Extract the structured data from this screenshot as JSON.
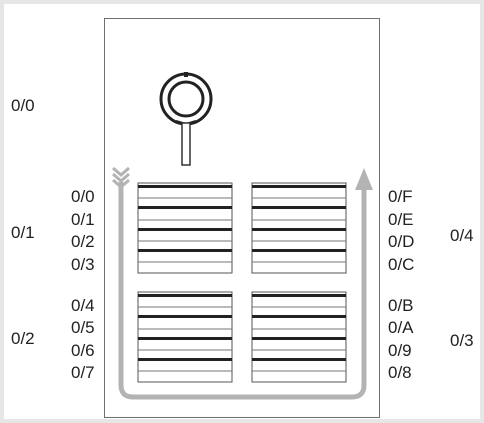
{
  "outer_labels": [
    "0/0",
    "0/1",
    "0/2",
    "0/4",
    "0/3"
  ],
  "left_port_labels": [
    "0/0",
    "0/1",
    "0/2",
    "0/3",
    "0/4",
    "0/5",
    "0/6",
    "0/7"
  ],
  "right_port_labels": [
    "0/F",
    "0/E",
    "0/D",
    "0/C",
    "0/B",
    "0/A",
    "0/9",
    "0/8"
  ],
  "colors": {
    "flow_arrow": "#b3b3b3",
    "line": "#222222",
    "frame": "#6f6f6f"
  },
  "icons": {
    "top_element": "ring-pull-icon"
  }
}
